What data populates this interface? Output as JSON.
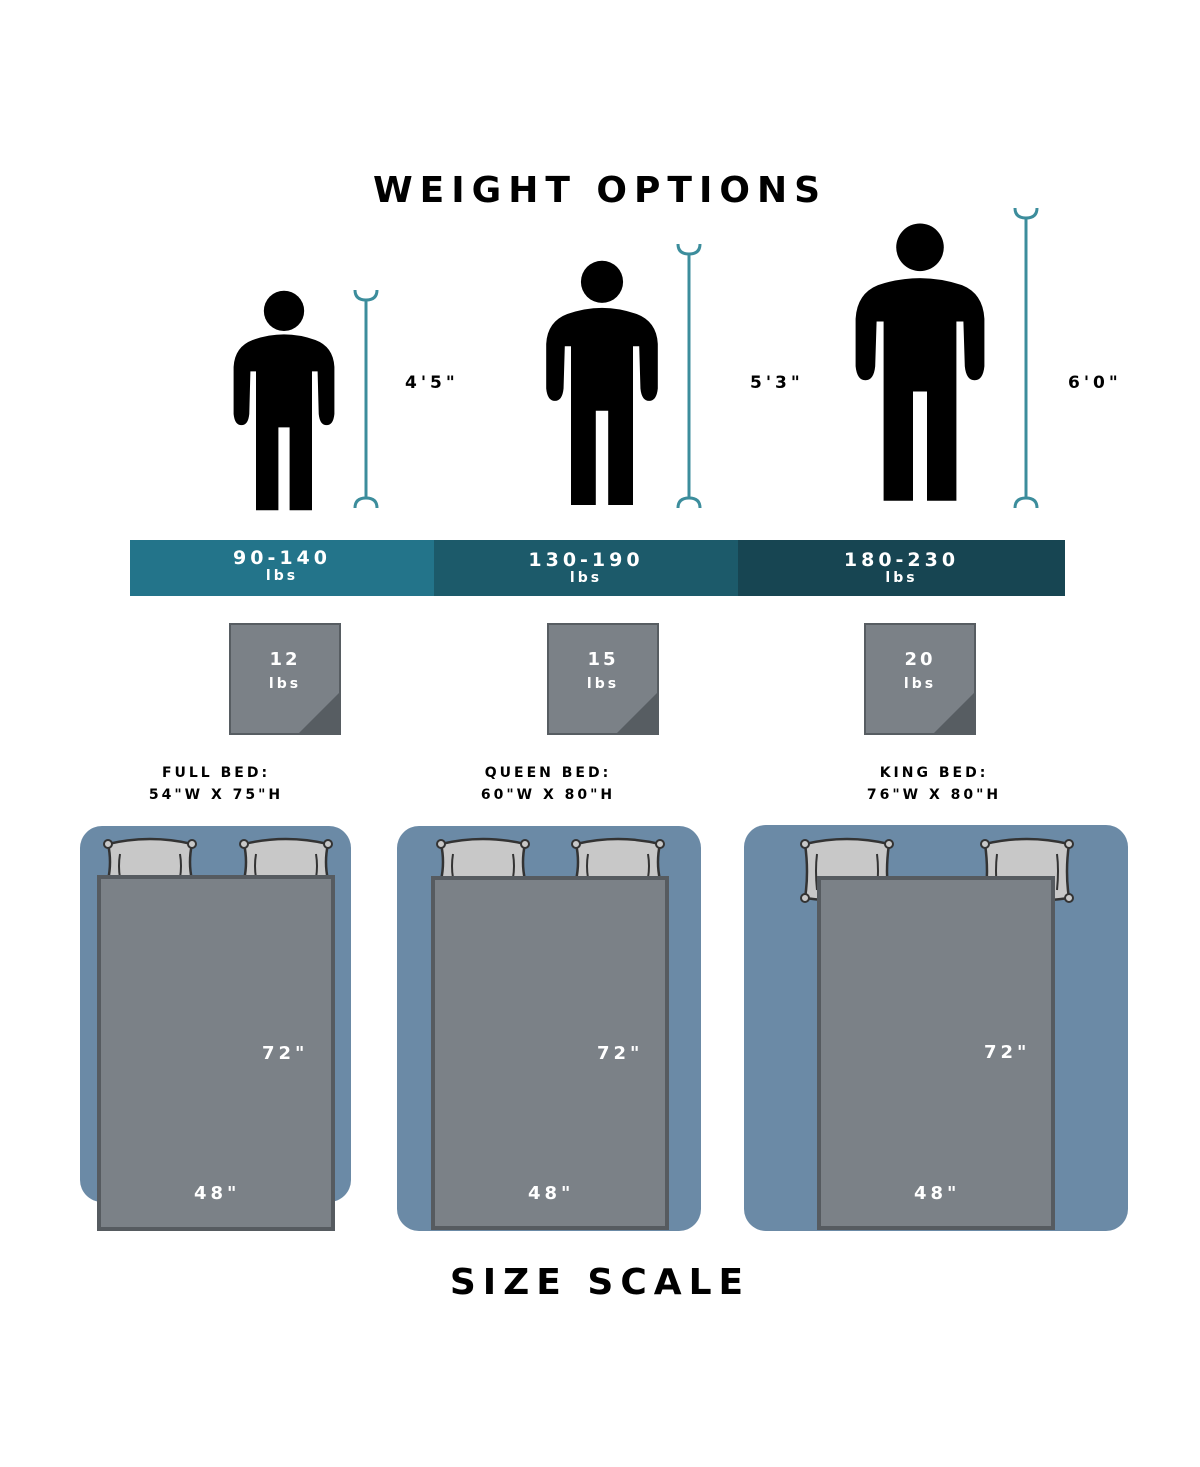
{
  "weight_title": "WEIGHT OPTIONS",
  "size_title": "SIZE SCALE",
  "colors": {
    "band1": "#23748a",
    "band2": "#1c5a6a",
    "band3": "#174552",
    "height_bar": "#3c8d9c",
    "bed_bg": "#6b8aa6",
    "blanket": "#7b8187"
  },
  "people": [
    {
      "height": "4'5\""
    },
    {
      "height": "5'3\""
    },
    {
      "height": "6'0\""
    }
  ],
  "bands": [
    {
      "range": "90-140",
      "unit": "lbs"
    },
    {
      "range": "130-190",
      "unit": "lbs"
    },
    {
      "range": "180-230",
      "unit": "lbs"
    }
  ],
  "blankets": [
    {
      "weight": "12",
      "unit": "lbs"
    },
    {
      "weight": "15",
      "unit": "lbs"
    },
    {
      "weight": "20",
      "unit": "lbs"
    }
  ],
  "beds": [
    {
      "name": "FULL BED:",
      "size": "54\"W X 75\"H",
      "blanket_height": "72\"",
      "blanket_width": "48\""
    },
    {
      "name": "QUEEN BED:",
      "size": "60\"W X 80\"H",
      "blanket_height": "72\"",
      "blanket_width": "48\""
    },
    {
      "name": "KING BED:",
      "size": "76\"W X 80\"H",
      "blanket_height": "72\"",
      "blanket_width": "48\""
    }
  ]
}
